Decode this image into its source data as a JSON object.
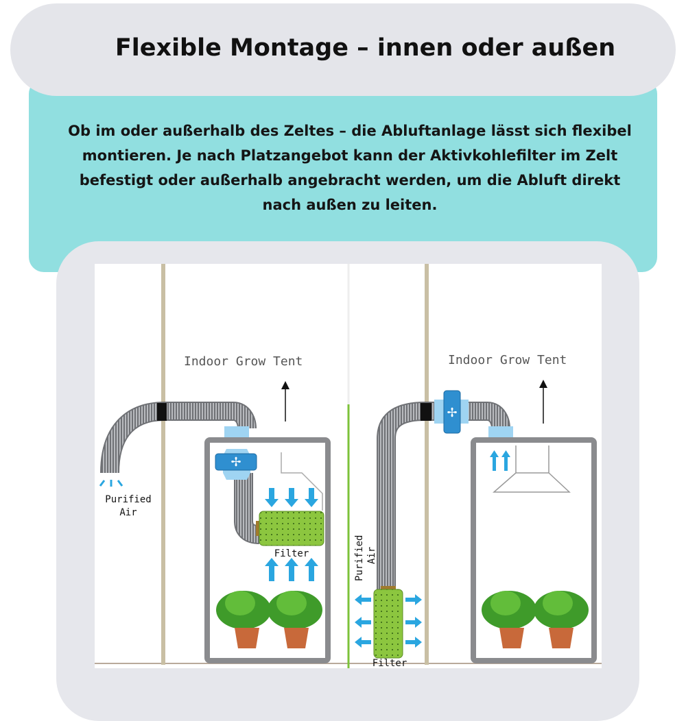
{
  "header": {
    "title": "Flexible Montage – innen oder außen"
  },
  "intro": {
    "lines": [
      "Ob im oder außerhalb des Zeltes – die Abluftanlage lässt sich flexibel",
      "montieren. Je nach Platzangebot kann der Aktivkohlefilter im Zelt",
      "befestigt oder außerhalb angebracht werden, um die Abluft direkt",
      "nach außen zu leiten."
    ]
  },
  "diagram": {
    "left": {
      "tent_label": "Indoor Grow Tent",
      "outlet_label_1": "Purified",
      "outlet_label_2": "Air",
      "filter_label": "Filter"
    },
    "right": {
      "tent_label": "Indoor Grow Tent",
      "outlet_label_1": "Purified",
      "outlet_label_2": "Air",
      "filter_label": "Filter"
    }
  },
  "colors": {
    "pill": "#e4e5ea",
    "teal": "#91dfe0",
    "fan_blue": "#2f8fd0",
    "arrow_blue": "#2aa6e0",
    "filter_green": "#8cc63f"
  }
}
